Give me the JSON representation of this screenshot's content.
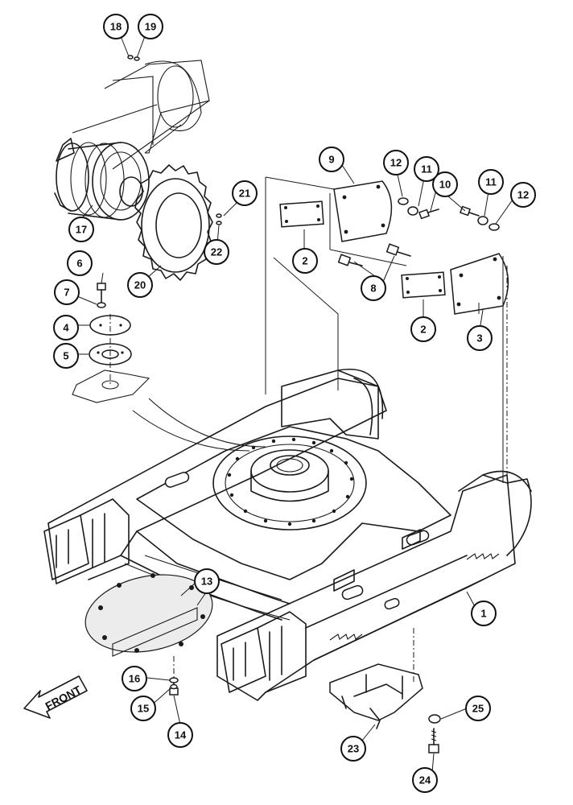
{
  "front_label": "FRONT",
  "callouts": {
    "c1": "1",
    "c2a": "2",
    "c2b": "2",
    "c3": "3",
    "c4": "4",
    "c5": "5",
    "c6": "6",
    "c7": "7",
    "c8": "8",
    "c9": "9",
    "c10": "10",
    "c11a": "11",
    "c11b": "11",
    "c12a": "12",
    "c12b": "12",
    "c13": "13",
    "c14": "14",
    "c15": "15",
    "c16": "16",
    "c17": "17",
    "c18": "18",
    "c19": "19",
    "c20": "20",
    "c21": "21",
    "c22": "22",
    "c23": "23",
    "c24": "24",
    "c25": "25"
  }
}
